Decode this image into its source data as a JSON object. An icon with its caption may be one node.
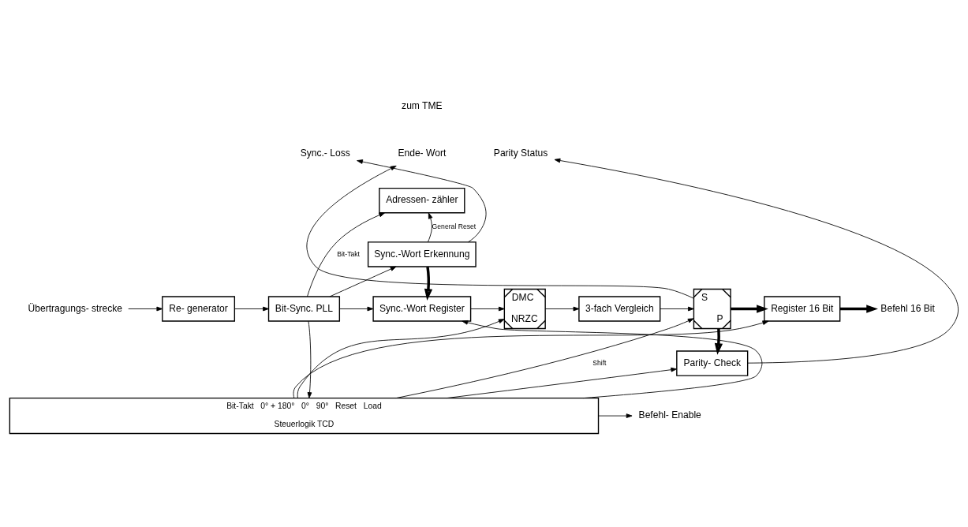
{
  "diagram": {
    "nodes": [
      {
        "text": [
          "Übertragungs- strecke"
        ]
      },
      {
        "text": [
          "Re- generator"
        ]
      },
      {
        "text": [
          "Bit-Sync. PLL"
        ]
      },
      {
        "text": [
          "Adressen- zähler"
        ]
      },
      {
        "text": [
          "Sync.-Wort Erkennung"
        ]
      },
      {
        "text": [
          "Sync.-Wort Register"
        ]
      },
      {
        "text": [
          "DMC",
          "NRZC"
        ]
      },
      {
        "text": [
          "3-fach Vergleich"
        ]
      },
      {
        "text": [
          "S",
          "P"
        ]
      },
      {
        "text": [
          "Register 16 Bit"
        ]
      },
      {
        "text": [
          "Befehl 16 Bit"
        ]
      },
      {
        "text": [
          "Parity- Check"
        ]
      },
      {
        "text": [
          "Bit-Takt",
          "0° + 180°",
          "0°",
          "90°",
          "Reset",
          "Load",
          "Steuerlogik TCD"
        ]
      },
      {
        "text": [
          "Befehl- Enable"
        ]
      },
      {
        "text": [
          "Sync.- Loss"
        ]
      },
      {
        "text": [
          "Ende- Wort"
        ]
      },
      {
        "text": [
          "Parity Status"
        ]
      }
    ],
    "edges": [
      {
        "from": 0,
        "to": 1,
        "arrow": "to"
      },
      {
        "from": 1,
        "to": 2,
        "arrow": "to"
      },
      {
        "from": 2,
        "to": 5,
        "arrow": "to"
      },
      {
        "from": 2,
        "to": 3,
        "arrow": "to",
        "label": "Bit-Takt"
      },
      {
        "from": 2,
        "to": 4,
        "arrow": "to"
      },
      {
        "from": 4,
        "to": 3,
        "arrow": "to",
        "label": "General Reset"
      },
      {
        "from": 4,
        "to": 5,
        "arrow": "to",
        "style": "thick"
      },
      {
        "from": 5,
        "to": 6,
        "arrow": "to"
      },
      {
        "from": 6,
        "to": 7,
        "arrow": "to"
      },
      {
        "from": 7,
        "to": 8,
        "arrow": "to"
      },
      {
        "from": 8,
        "to": 9,
        "arrow": "to",
        "style": "thick"
      },
      {
        "from": 9,
        "to": 10,
        "arrow": "to",
        "style": "thick"
      },
      {
        "from": 8,
        "to": 11,
        "arrow": "to",
        "style": "thick"
      },
      {
        "from": 4,
        "to": 14,
        "arrow": "to"
      },
      {
        "from": 8,
        "to": 15,
        "arrow": "to"
      },
      {
        "from": 11,
        "to": 16,
        "arrow": "to"
      },
      {
        "from": 2,
        "to": 12,
        "arrow": "to"
      },
      {
        "from": 12,
        "to": 5,
        "arrow": "to"
      },
      {
        "from": 12,
        "to": 6,
        "arrow": "to"
      },
      {
        "from": 12,
        "to": 8,
        "arrow": "to",
        "label": "Shift"
      },
      {
        "from": 12,
        "to": 11,
        "arrow": "to"
      },
      {
        "from": 12,
        "to": 9,
        "arrow": "to"
      },
      {
        "from": 12,
        "to": 13,
        "arrow": "to"
      }
    ],
    "labels": [
      "zum TME"
    ]
  }
}
